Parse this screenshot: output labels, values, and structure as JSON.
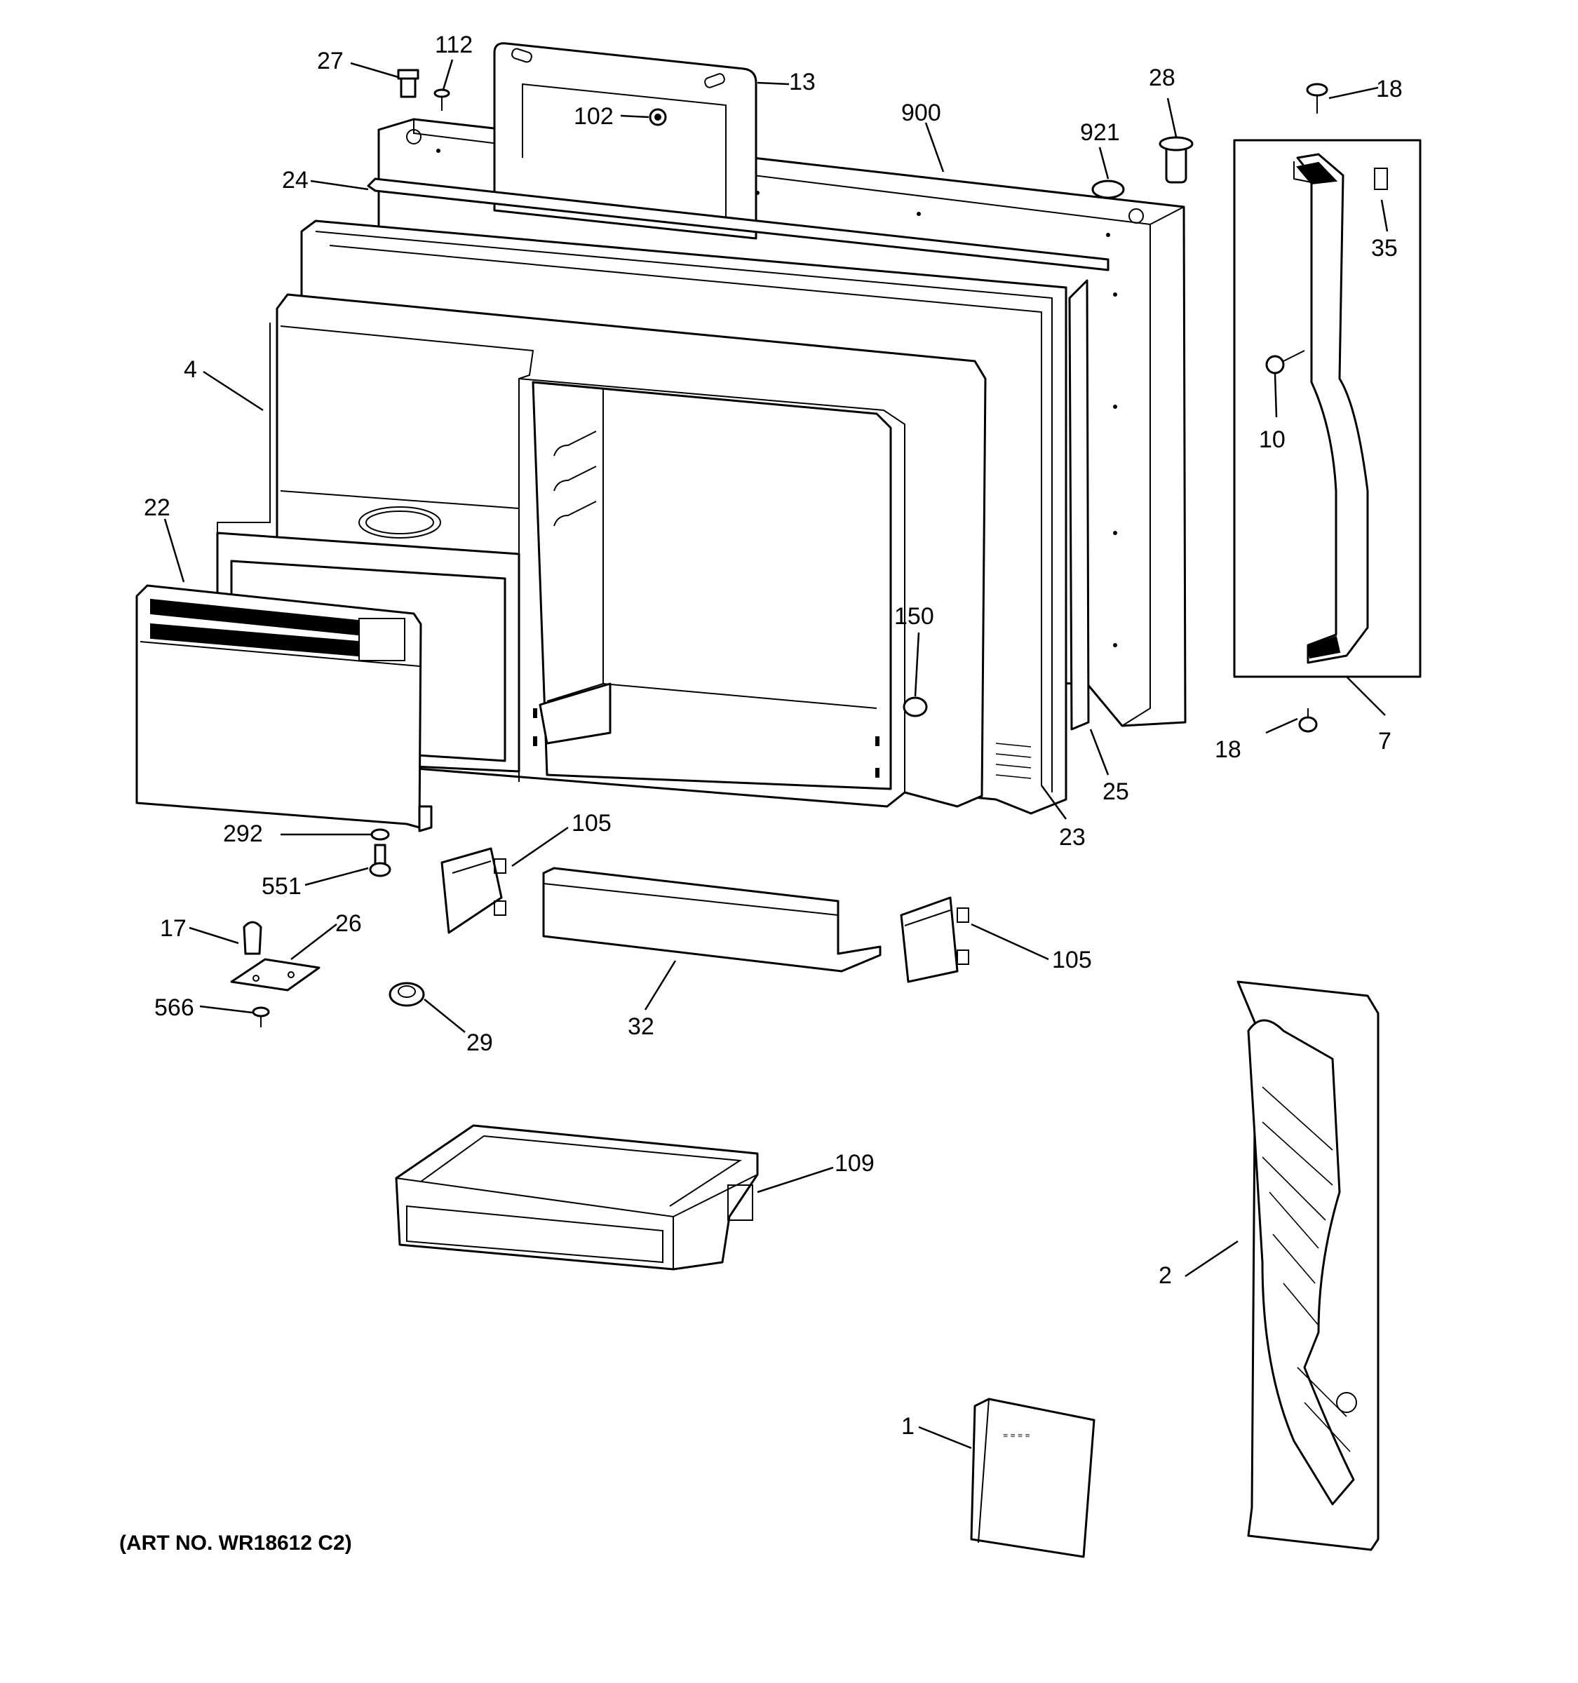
{
  "art_number": "(ART NO. WR18612 C2)",
  "callouts": [
    {
      "id": "c27",
      "text": "27"
    },
    {
      "id": "c112",
      "text": "112"
    },
    {
      "id": "c13",
      "text": "13"
    },
    {
      "id": "c102",
      "text": "102"
    },
    {
      "id": "c900",
      "text": "900"
    },
    {
      "id": "c28",
      "text": "28"
    },
    {
      "id": "c921",
      "text": "921"
    },
    {
      "id": "c18a",
      "text": "18"
    },
    {
      "id": "c35",
      "text": "35"
    },
    {
      "id": "c24",
      "text": "24"
    },
    {
      "id": "c10",
      "text": "10"
    },
    {
      "id": "c4",
      "text": "4"
    },
    {
      "id": "c22",
      "text": "22"
    },
    {
      "id": "c150",
      "text": "150"
    },
    {
      "id": "c18b",
      "text": "18"
    },
    {
      "id": "c7",
      "text": "7"
    },
    {
      "id": "c25",
      "text": "25"
    },
    {
      "id": "c23",
      "text": "23"
    },
    {
      "id": "c292",
      "text": "292"
    },
    {
      "id": "c105a",
      "text": "105"
    },
    {
      "id": "c551",
      "text": "551"
    },
    {
      "id": "c17",
      "text": "17"
    },
    {
      "id": "c26",
      "text": "26"
    },
    {
      "id": "c105b",
      "text": "105"
    },
    {
      "id": "c566",
      "text": "566"
    },
    {
      "id": "c32",
      "text": "32"
    },
    {
      "id": "c29",
      "text": "29"
    },
    {
      "id": "c109",
      "text": "109"
    },
    {
      "id": "c2",
      "text": "2"
    },
    {
      "id": "c1",
      "text": "1"
    }
  ],
  "colors": {
    "ink": "#000000",
    "paper": "#ffffff"
  }
}
